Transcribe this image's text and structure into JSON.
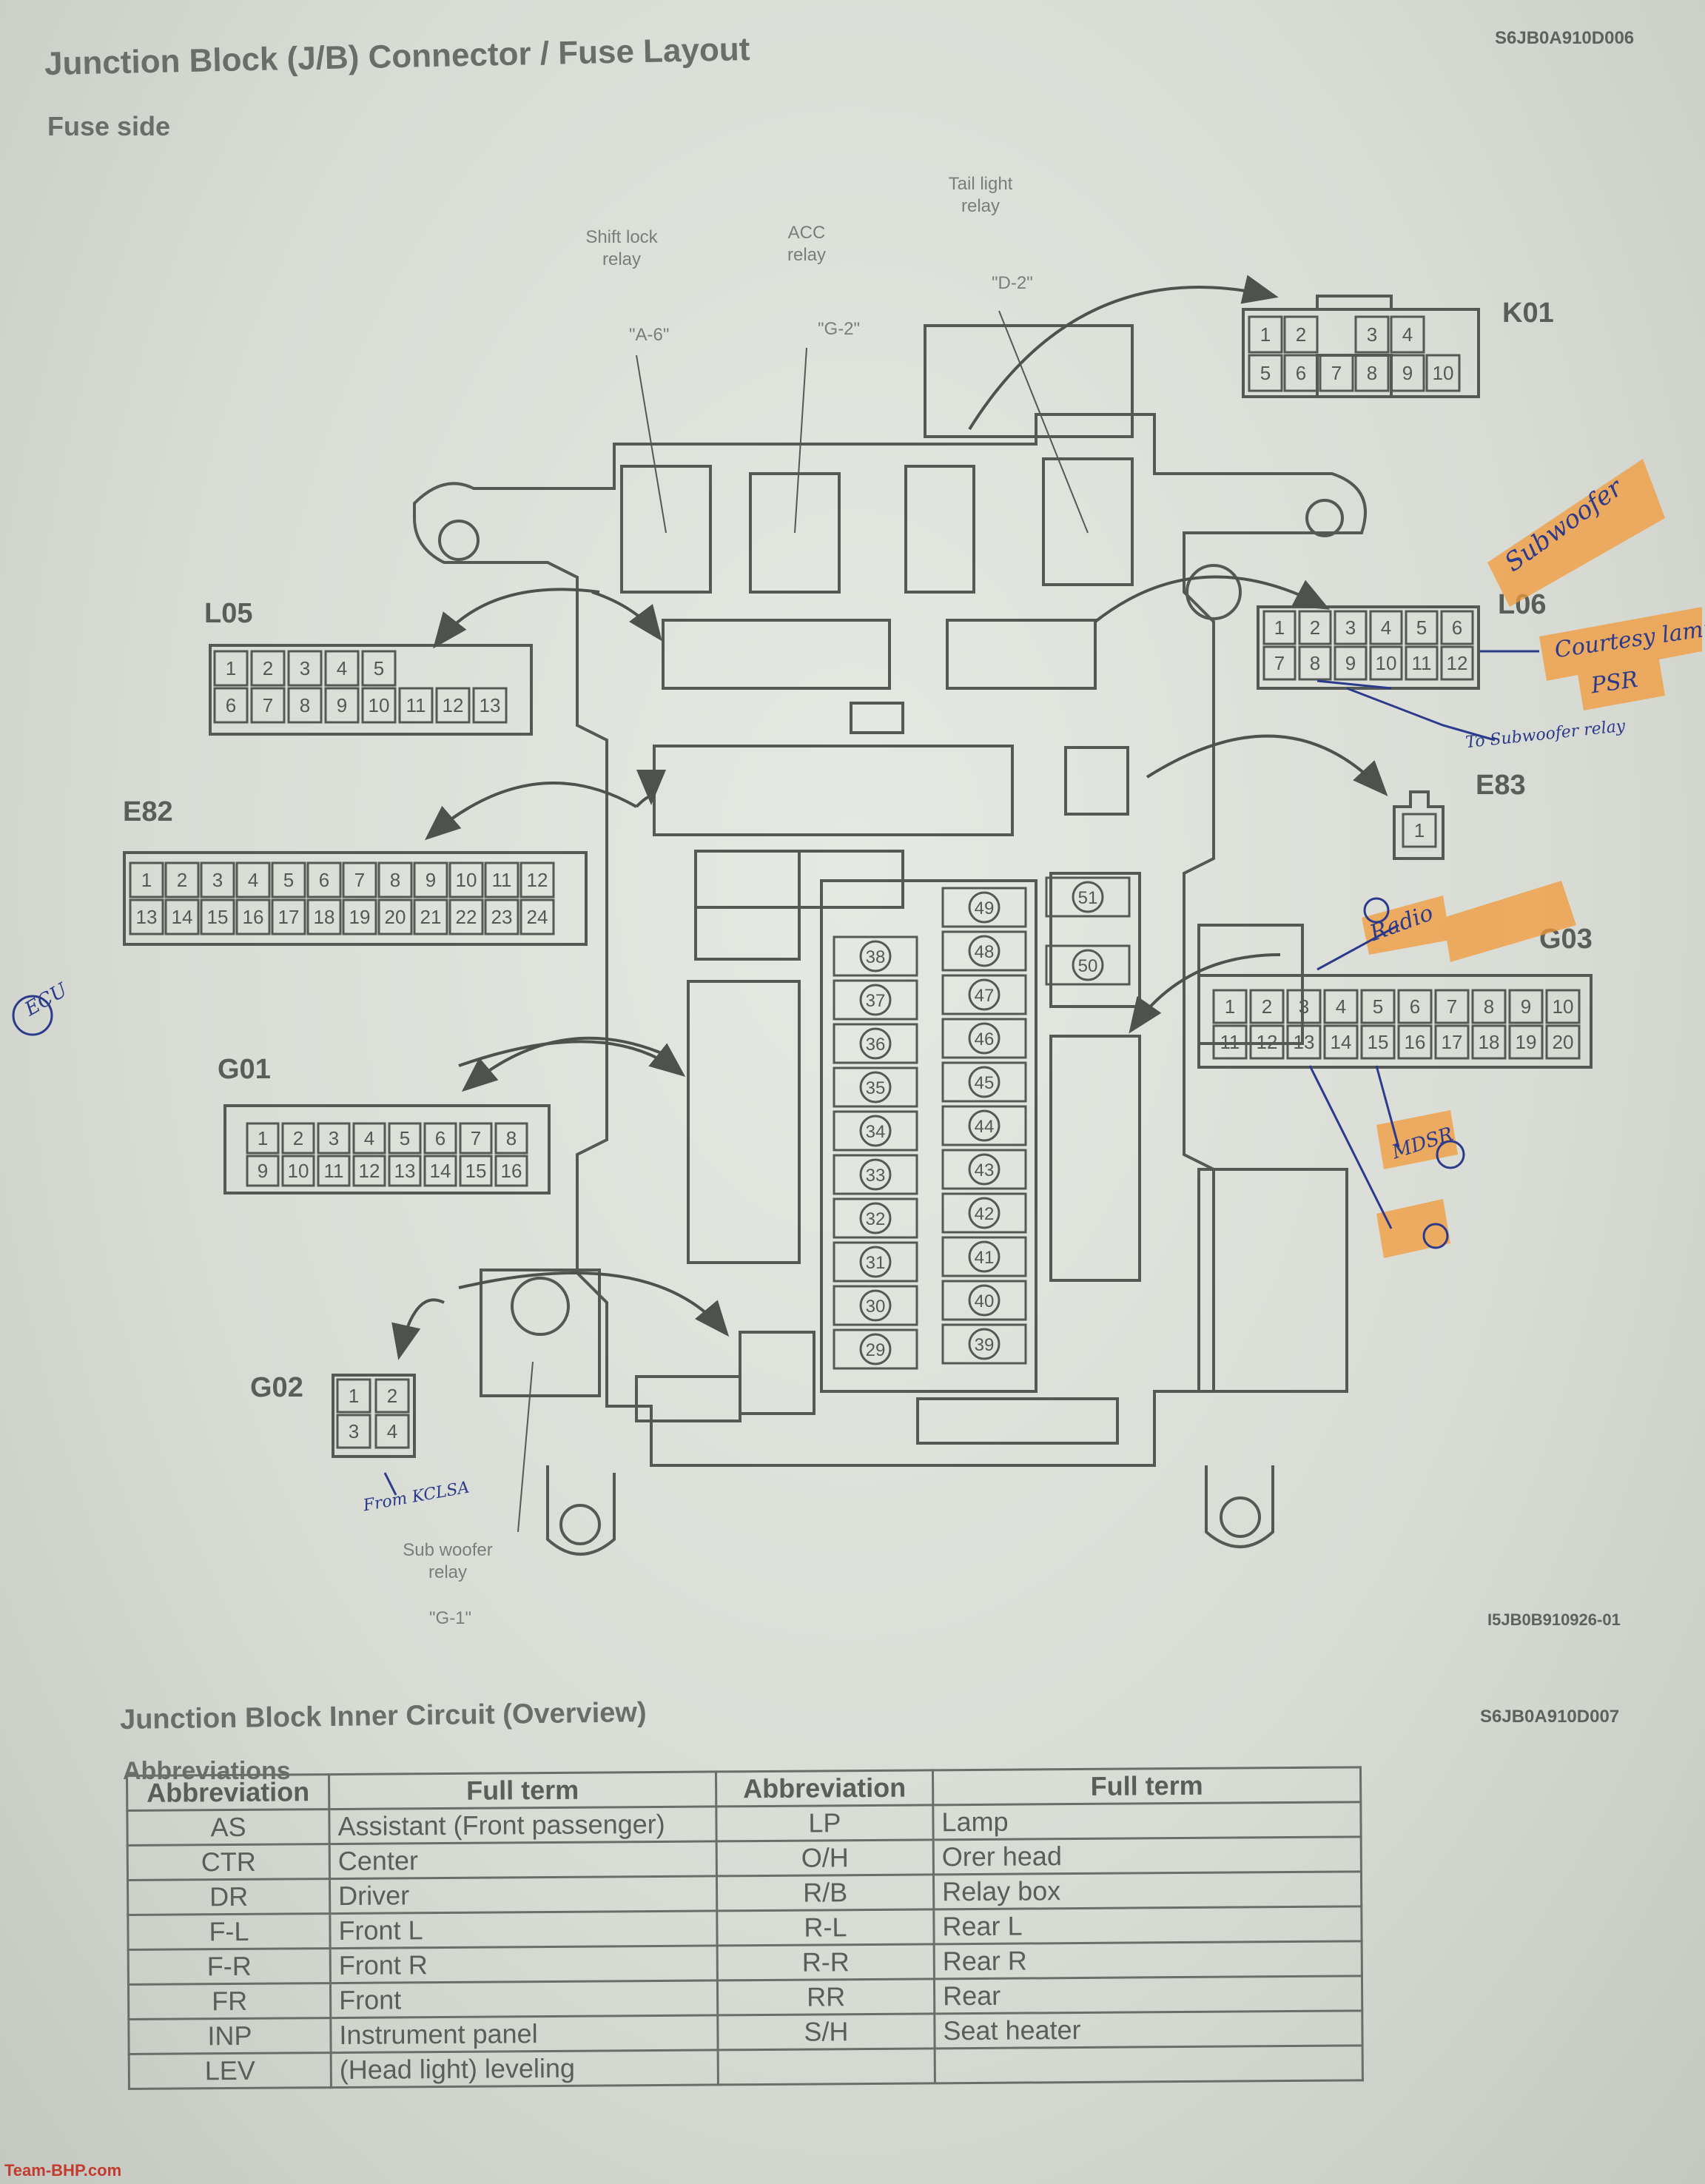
{
  "header": {
    "title": "Junction Block (J/B) Connector / Fuse Layout",
    "code": "S6JB0A910D006",
    "subtitle": "Fuse side"
  },
  "relays": [
    {
      "name": "Shift lock relay",
      "ref": "\"A-6\""
    },
    {
      "name": "ACC relay",
      "ref": "\"G-2\""
    },
    {
      "name": "Tail light relay",
      "ref": "\"D-2\""
    },
    {
      "name": "Sub woofer relay",
      "ref": "\"G-1\""
    }
  ],
  "connectors": {
    "K01": {
      "label": "K01",
      "row1": [
        "1",
        "2",
        "",
        "3",
        "4"
      ],
      "row2": [
        "5",
        "6",
        "7",
        "8",
        "9",
        "10"
      ]
    },
    "L05": {
      "label": "L05",
      "row1": [
        "1",
        "2",
        "3",
        "4",
        "5"
      ],
      "row2": [
        "6",
        "7",
        "8",
        "9",
        "10",
        "11",
        "12",
        "13"
      ]
    },
    "L06": {
      "label": "L06",
      "row1": [
        "1",
        "2",
        "3",
        "4",
        "5",
        "6"
      ],
      "row2": [
        "7",
        "8",
        "9",
        "10",
        "11",
        "12"
      ]
    },
    "E82": {
      "label": "E82",
      "row1": [
        "1",
        "2",
        "3",
        "4",
        "5",
        "6",
        "7",
        "8",
        "9",
        "10",
        "11",
        "12"
      ],
      "row2": [
        "13",
        "14",
        "15",
        "16",
        "17",
        "18",
        "19",
        "20",
        "21",
        "22",
        "23",
        "24"
      ]
    },
    "E83": {
      "label": "E83",
      "pins": [
        "1"
      ]
    },
    "G01": {
      "label": "G01",
      "row1": [
        "1",
        "2",
        "3",
        "4",
        "5",
        "6",
        "7",
        "8"
      ],
      "row2": [
        "9",
        "10",
        "11",
        "12",
        "13",
        "14",
        "15",
        "16"
      ]
    },
    "G02": {
      "label": "G02",
      "row1": [
        "1",
        "2"
      ],
      "row2": [
        "3",
        "4"
      ]
    },
    "G03": {
      "label": "G03",
      "row1": [
        "1",
        "2",
        "3",
        "4",
        "5",
        "6",
        "7",
        "8",
        "9",
        "10"
      ],
      "row2": [
        "11",
        "12",
        "13",
        "14",
        "15",
        "16",
        "17",
        "18",
        "19",
        "20"
      ]
    }
  },
  "fuses": {
    "left": [
      "38",
      "37",
      "36",
      "35",
      "34",
      "33",
      "32",
      "31",
      "30",
      "29"
    ],
    "right": [
      "49",
      "48",
      "47",
      "46",
      "45",
      "44",
      "43",
      "42",
      "41",
      "40",
      "39"
    ],
    "extra": [
      "51",
      "50"
    ]
  },
  "figure_code": "I5JB0B910926-01",
  "annotations": {
    "subwoofer": "Subwoofer",
    "courtesy_lamp": "Courtesy lamp",
    "psr": "PSR",
    "to_subwoofer_relay": "To Subwoofer relay",
    "radio": "Radio",
    "mdsr": "MDSR",
    "ecu": "ECU",
    "from_kclsa": "From KCLSA"
  },
  "inner_circuit": {
    "title": "Junction Block Inner Circuit (Overview)",
    "code": "S6JB0A910D007"
  },
  "abbreviations": {
    "title": "Abbreviations",
    "headers": [
      "Abbreviation",
      "Full term",
      "Abbreviation",
      "Full term"
    ],
    "left": [
      {
        "abbr": "AS",
        "term": "Assistant (Front passenger)"
      },
      {
        "abbr": "CTR",
        "term": "Center"
      },
      {
        "abbr": "DR",
        "term": "Driver"
      },
      {
        "abbr": "F-L",
        "term": "Front L"
      },
      {
        "abbr": "F-R",
        "term": "Front R"
      },
      {
        "abbr": "FR",
        "term": "Front"
      },
      {
        "abbr": "INP",
        "term": "Instrument panel"
      },
      {
        "abbr": "LEV",
        "term": "(Head light) leveling"
      }
    ],
    "right": [
      {
        "abbr": "LP",
        "term": "Lamp"
      },
      {
        "abbr": "O/H",
        "term": "Orer head"
      },
      {
        "abbr": "R/B",
        "term": "Relay box"
      },
      {
        "abbr": "R-L",
        "term": "Rear L"
      },
      {
        "abbr": "R-R",
        "term": "Rear R"
      },
      {
        "abbr": "RR",
        "term": "Rear"
      },
      {
        "abbr": "S/H",
        "term": "Seat heater"
      },
      {
        "abbr": "",
        "term": ""
      }
    ]
  },
  "watermark": "Team-BHP.com",
  "colors": {
    "ink": "#5a5e5a",
    "highlight": "#f39a3a",
    "pen": "#2b3a8a",
    "paper": "#e2e5df"
  }
}
